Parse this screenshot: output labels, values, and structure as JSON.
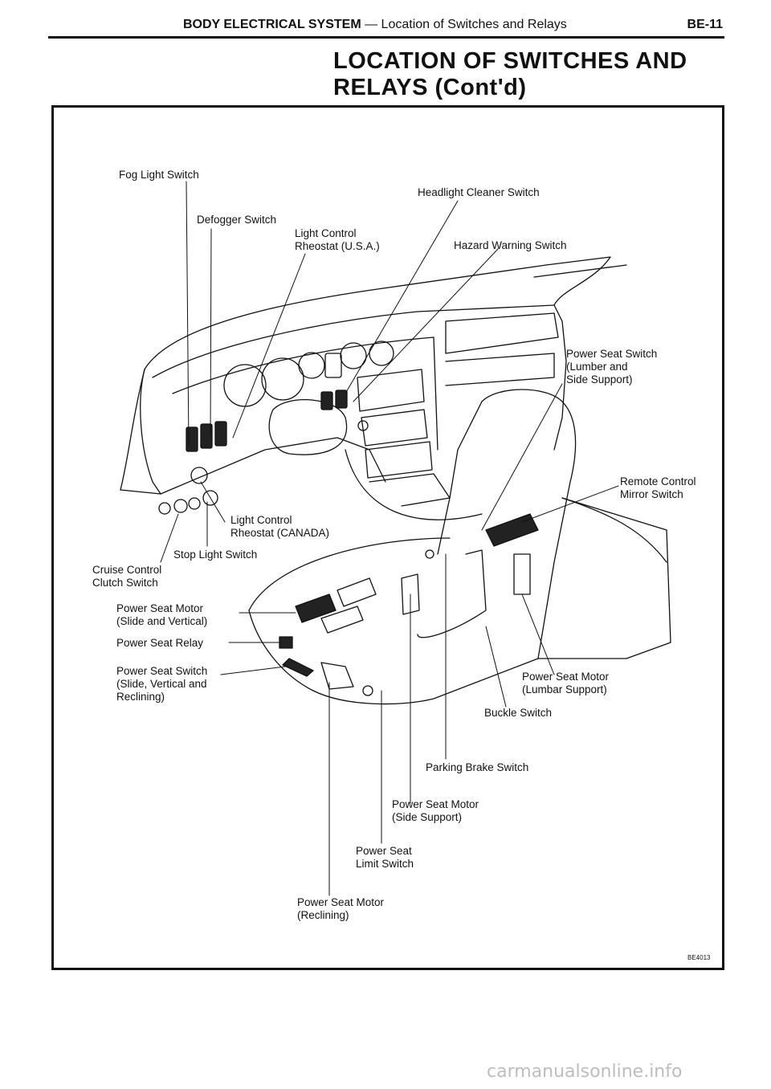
{
  "header": {
    "section": "BODY ELECTRICAL SYSTEM",
    "subtitle": " — Location of Switches and Relays",
    "page": "BE-11"
  },
  "title": {
    "line1": "LOCATION OF SWITCHES AND",
    "line2": "RELAYS (Cont'd)"
  },
  "labels": {
    "fog_light_switch": "Fog Light Switch",
    "headlight_cleaner_switch": "Headlight Cleaner Switch",
    "defogger_switch": "Defogger Switch",
    "light_control_rheostat_usa": "Light Control\nRheostat (U.S.A.)",
    "hazard_warning_switch": "Hazard Warning Switch",
    "power_seat_switch_lumbar": "Power Seat Switch\n(Lumber and\nSide Support)",
    "remote_control_mirror_switch": "Remote Control\nMirror Switch",
    "light_control_rheostat_canada": "Light Control\nRheostat (CANADA)",
    "stop_light_switch": "Stop Light Switch",
    "cruise_control_clutch_switch": "Cruise Control\nClutch Switch",
    "power_seat_motor_slide": "Power Seat Motor\n(Slide and Vertical)",
    "power_seat_relay": "Power Seat Relay",
    "power_seat_switch_slide": "Power Seat Switch\n(Slide, Vertical and\nReclining)",
    "power_seat_motor_lumbar": "Power Seat Motor\n(Lumbar Support)",
    "buckle_switch": "Buckle Switch",
    "parking_brake_switch": "Parking Brake Switch",
    "power_seat_motor_side": "Power Seat Motor\n(Side Support)",
    "power_seat_limit_switch": "Power Seat\nLimit Switch",
    "power_seat_motor_reclining": "Power Seat Motor\n(Reclining)"
  },
  "figure_code": "BE4013",
  "watermark": "carmanualsonline.info",
  "colors": {
    "ink": "#111111",
    "watermark": "#bdbdbd"
  }
}
